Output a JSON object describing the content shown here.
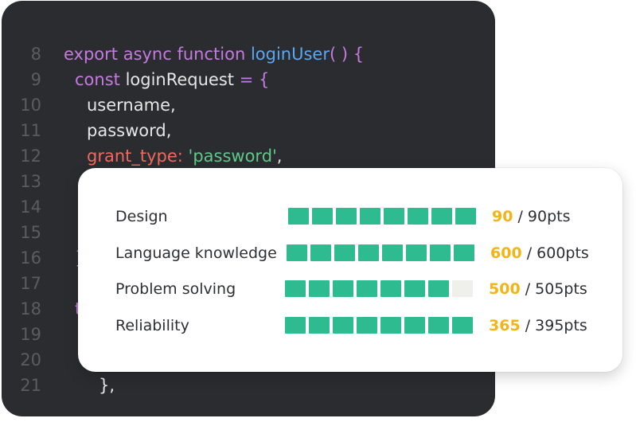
{
  "code_editor": {
    "lines": [
      {
        "number": "8",
        "parts": [
          {
            "text": "export async function ",
            "style": "kw"
          },
          {
            "text": "loginUser",
            "style": "fn"
          },
          {
            "text": "( ) {",
            "style": "kw"
          }
        ]
      },
      {
        "number": "9",
        "parts": [
          {
            "text": "const ",
            "style": "kw"
          },
          {
            "text": "loginRequest",
            "style": "txt"
          },
          {
            "text": " = {",
            "style": "kw"
          }
        ]
      },
      {
        "number": "10",
        "parts": [
          {
            "text": "username,",
            "style": "txt"
          }
        ]
      },
      {
        "number": "11",
        "parts": [
          {
            "text": "password,",
            "style": "txt"
          }
        ]
      },
      {
        "number": "12",
        "parts": [
          {
            "text": "grant_type: ",
            "style": "key"
          },
          {
            "text": "'password'",
            "style": "str"
          },
          {
            "text": ",",
            "style": "txt"
          }
        ]
      },
      {
        "number": "13",
        "parts": []
      },
      {
        "number": "14",
        "parts": []
      },
      {
        "number": "15",
        "parts": []
      },
      {
        "number": "16",
        "parts": [
          {
            "text": "}",
            "style": "kw"
          }
        ]
      },
      {
        "number": "17",
        "parts": []
      },
      {
        "number": "18",
        "parts": [
          {
            "text": "t",
            "style": "kw"
          }
        ]
      },
      {
        "number": "19",
        "parts": []
      },
      {
        "number": "20",
        "parts": []
      },
      {
        "number": "21",
        "parts": [
          {
            "text": "},",
            "style": "txt"
          }
        ]
      }
    ],
    "colors": {
      "background": "#2b2c30",
      "line_number": "#5a5c62",
      "keyword": "#c47be0",
      "function": "#5aa7f2",
      "text": "#e6e6e6",
      "key": "#f0695f",
      "string": "#5fc98a"
    }
  },
  "score_card": {
    "rows": [
      {
        "label": "Design",
        "earned": "90",
        "total": " / 90pts",
        "segments_total": 8,
        "segments_filled": 8
      },
      {
        "label": "Language knowledge",
        "earned": "600",
        "total": " / 600pts",
        "segments_total": 8,
        "segments_filled": 8
      },
      {
        "label": "Problem solving",
        "earned": "500",
        "total": " / 505pts",
        "segments_total": 8,
        "segments_filled": 7
      },
      {
        "label": "Reliability",
        "earned": "365",
        "total": " / 395pts",
        "segments_total": 8,
        "segments_filled": 8
      }
    ],
    "colors": {
      "bar_filled": "#2dbb8f",
      "bar_empty": "#efefec",
      "earned_value": "#f2b418"
    }
  }
}
